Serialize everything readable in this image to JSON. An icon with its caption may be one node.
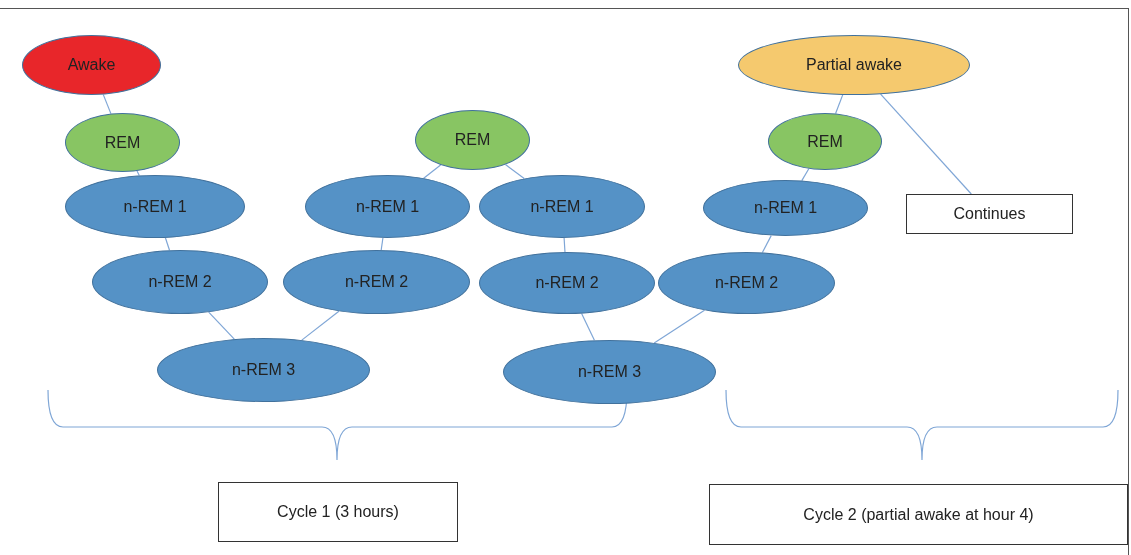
{
  "diagram": {
    "nodes": [
      {
        "text": [
          "Awake"
        ]
      },
      {
        "text": [
          "Partial awake"
        ]
      },
      {
        "text": [
          "REM"
        ]
      },
      {
        "text": [
          "REM"
        ]
      },
      {
        "text": [
          "REM"
        ]
      },
      {
        "text": [
          "Continues"
        ]
      },
      {
        "text": [
          "n-REM 1"
        ]
      },
      {
        "text": [
          "n-REM 1"
        ]
      },
      {
        "text": [
          "n-REM 1"
        ]
      },
      {
        "text": [
          "n-REM 1"
        ]
      },
      {
        "text": [
          "n-REM 2"
        ]
      },
      {
        "text": [
          "n-REM 2"
        ]
      },
      {
        "text": [
          "n-REM 2"
        ]
      },
      {
        "text": [
          "n-REM 2"
        ]
      },
      {
        "text": [
          "n-REM 3"
        ]
      },
      {
        "text": [
          "n-REM 3"
        ]
      },
      {
        "text": [
          "Cycle 1 (3 hours)"
        ]
      },
      {
        "text": [
          "Cycle 2 (partial awake at hour 4)"
        ]
      }
    ],
    "edges": [
      {
        "from": 0,
        "to": 2,
        "arrow": "none"
      },
      {
        "from": 2,
        "to": 6,
        "arrow": "none"
      },
      {
        "from": 6,
        "to": 10,
        "arrow": "none"
      },
      {
        "from": 10,
        "to": 14,
        "arrow": "none"
      },
      {
        "from": 14,
        "to": 11,
        "arrow": "none"
      },
      {
        "from": 11,
        "to": 7,
        "arrow": "none"
      },
      {
        "from": 7,
        "to": 3,
        "arrow": "none"
      },
      {
        "from": 3,
        "to": 8,
        "arrow": "none"
      },
      {
        "from": 8,
        "to": 12,
        "arrow": "none"
      },
      {
        "from": 12,
        "to": 15,
        "arrow": "none"
      },
      {
        "from": 15,
        "to": 13,
        "arrow": "none"
      },
      {
        "from": 13,
        "to": 9,
        "arrow": "none"
      },
      {
        "from": 9,
        "to": 4,
        "arrow": "none"
      },
      {
        "from": 4,
        "to": 1,
        "arrow": "none"
      },
      {
        "from": 1,
        "to": 5,
        "arrow": "none"
      }
    ]
  }
}
